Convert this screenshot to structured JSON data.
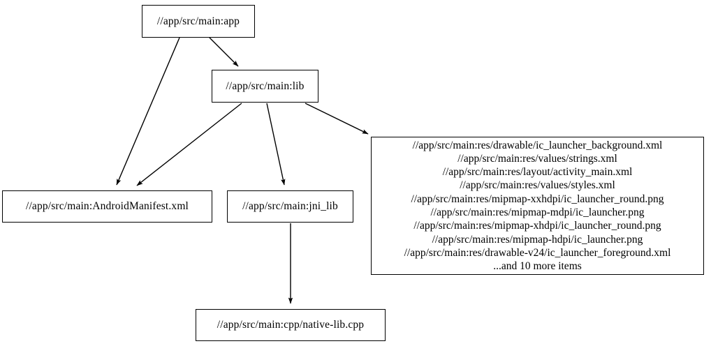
{
  "graph": {
    "nodes": [
      {
        "id": "app",
        "label": "//app/src/main:app"
      },
      {
        "id": "lib",
        "label": "//app/src/main:lib"
      },
      {
        "id": "manifest",
        "label": "//app/src/main:AndroidManifest.xml"
      },
      {
        "id": "jni_lib",
        "label": "//app/src/main:jni_lib"
      },
      {
        "id": "native_lib",
        "label": "//app/src/main:cpp/native-lib.cpp"
      },
      {
        "id": "resources",
        "lines": [
          "//app/src/main:res/drawable/ic_launcher_background.xml",
          "//app/src/main:res/values/strings.xml",
          "//app/src/main:res/layout/activity_main.xml",
          "//app/src/main:res/values/styles.xml",
          "//app/src/main:res/mipmap-xxhdpi/ic_launcher_round.png",
          "//app/src/main:res/mipmap-mdpi/ic_launcher.png",
          "//app/src/main:res/mipmap-xhdpi/ic_launcher_round.png",
          "//app/src/main:res/mipmap-hdpi/ic_launcher.png",
          "//app/src/main:res/drawable-v24/ic_launcher_foreground.xml",
          "...and 10 more items"
        ]
      }
    ],
    "edges": [
      {
        "from": "app",
        "to": "lib"
      },
      {
        "from": "app",
        "to": "manifest"
      },
      {
        "from": "lib",
        "to": "manifest"
      },
      {
        "from": "lib",
        "to": "jni_lib"
      },
      {
        "from": "lib",
        "to": "resources"
      },
      {
        "from": "jni_lib",
        "to": "native_lib"
      }
    ],
    "colors": {
      "background": "#ffffff",
      "node_border": "#000000",
      "node_fill": "#ffffff",
      "edge": "#000000",
      "text": "#000000"
    }
  }
}
